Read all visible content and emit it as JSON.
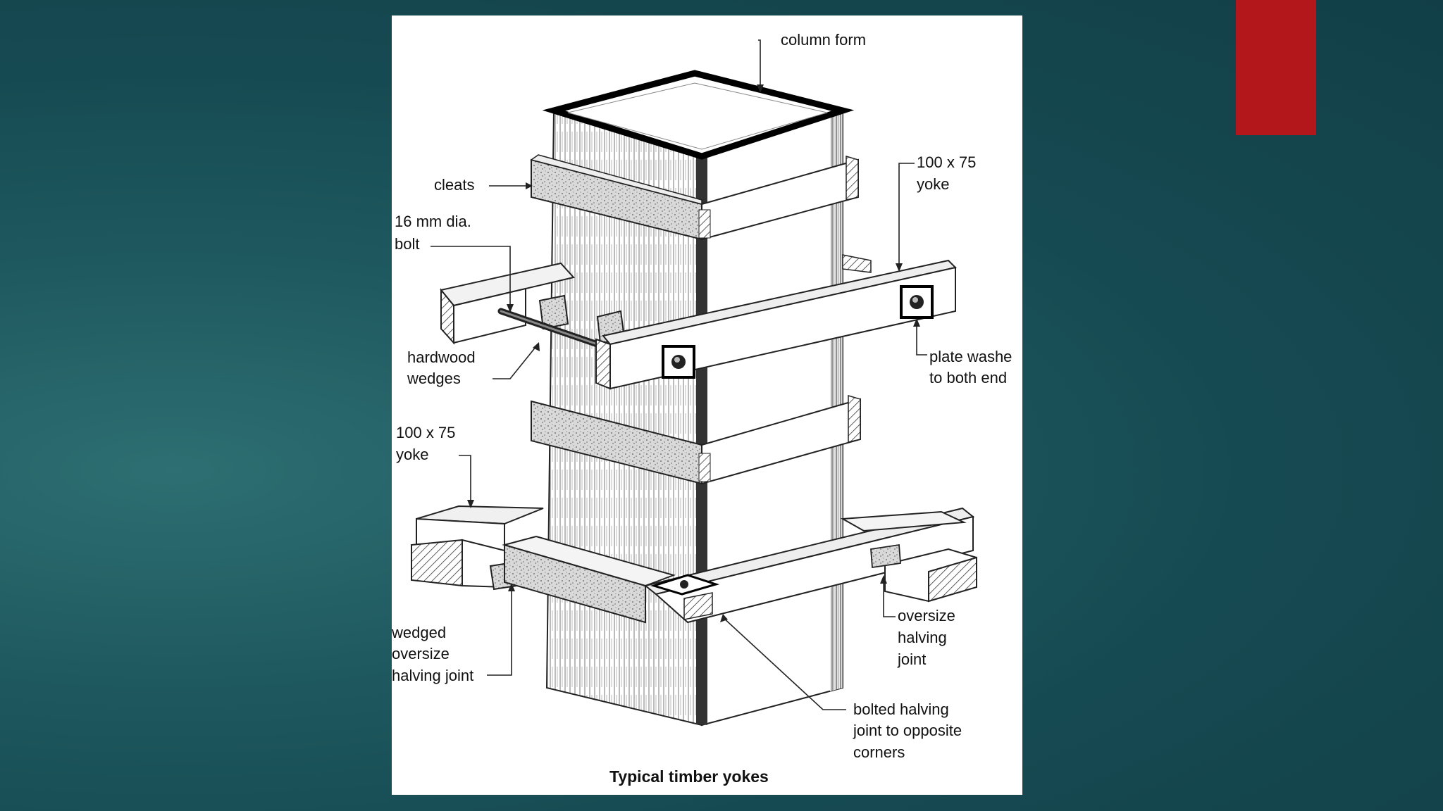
{
  "slide": {
    "accent_color": "#b3171c",
    "background_color": "#1c5259"
  },
  "figure": {
    "caption": "Typical timber yokes",
    "labels": {
      "column_form": "column form",
      "cleats": "cleats",
      "bolt_line1": "16 mm dia.",
      "bolt_line2": "bolt",
      "yoke_top_line1": "100 x 75",
      "yoke_top_line2": "yoke",
      "wedges_line1": "hardwood",
      "wedges_line2": "wedges",
      "washer_line1": "plate washe",
      "washer_line2": "to both end",
      "yoke_left_line1": "100 x 75",
      "yoke_left_line2": "yoke",
      "wedged_line1": "wedged",
      "wedged_line2": "oversize",
      "wedged_line3": "halving joint",
      "oversize_line1": "oversize",
      "oversize_line2": "halving",
      "oversize_line3": "joint",
      "bolted_line1": "bolted halving",
      "bolted_line2": "joint to opposite",
      "bolted_line3": "corners"
    }
  }
}
